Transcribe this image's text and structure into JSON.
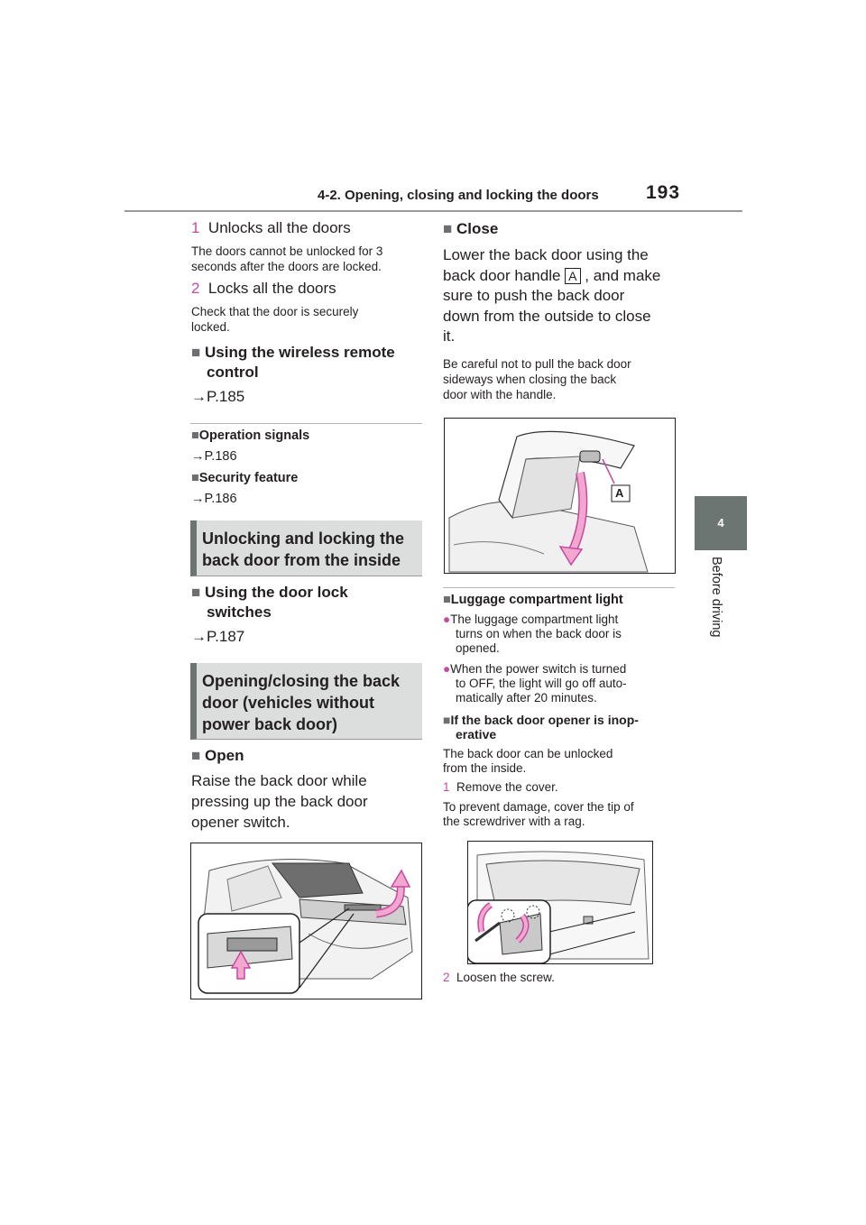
{
  "header": {
    "section": "4-2. Opening, closing and locking the doors",
    "page_number": "193"
  },
  "side_tab": {
    "number": "4",
    "label": "Before driving"
  },
  "left": {
    "step1_num": "1",
    "step1_text": "Unlocks all the doors",
    "step1_note_l1": "The doors cannot be unlocked for 3",
    "step1_note_l2": "seconds after the doors are locked.",
    "step2_num": "2",
    "step2_text": "Locks all the doors",
    "step2_note_l1": "Check that the door is securely",
    "step2_note_l2": "locked.",
    "wireless_heading_l1": "Using the wireless remote",
    "wireless_heading_l2": "control",
    "wireless_ref": "→P.185",
    "op_signals": "Operation signals",
    "op_signals_ref": "→P.186",
    "security": "Security feature",
    "security_ref": "→P.186",
    "box1_l1": "Unlocking and locking the",
    "box1_l2": "back door from the inside",
    "lock_switch_l1": "Using the door lock",
    "lock_switch_l2": "switches",
    "lock_switch_ref": "→P.187",
    "box2_l1": "Opening/closing the back",
    "box2_l2": "door (vehicles without",
    "box2_l3": "power back door)",
    "open_heading": "Open",
    "open_l1": "Raise the back door while",
    "open_l2": "pressing up the back door",
    "open_l3": "opener switch."
  },
  "right": {
    "close_heading": "Close",
    "close_l1": "Lower the back door using the",
    "close_l2a": "back door handle",
    "close_callout": "A",
    "close_l2b": ", and make",
    "close_l3": "sure to push the back door",
    "close_l4": "down from the outside to close",
    "close_l5": "it.",
    "close_note_l1": "Be careful not to pull the back door",
    "close_note_l2": "sideways when closing the back",
    "close_note_l3": "door with the handle.",
    "fig_callout": "A",
    "luggage_heading": "Luggage compartment light",
    "luggage_b1_l1": "The luggage compartment light",
    "luggage_b1_l2": "turns on when the back door is",
    "luggage_b1_l3": "opened.",
    "luggage_b2_l1": "When the power switch is turned",
    "luggage_b2_l2": "to OFF, the light will go off auto-",
    "luggage_b2_l3": "matically after 20 minutes.",
    "inop_l1": "If the back door opener is inop-",
    "inop_l2": "erative",
    "inop_text_l1": "The back door can be unlocked",
    "inop_text_l2": "from the inside.",
    "inop_step1_num": "1",
    "inop_step1_text": "Remove the cover.",
    "inop_note_l1": "To prevent damage, cover the tip of",
    "inop_note_l2": "the screwdriver with a rag.",
    "inop_step2_num": "2",
    "inop_step2_text": "Loosen the screw."
  },
  "colors": {
    "accent_pink": "#c44aa0",
    "tab_gray": "#6d7573",
    "box_fill": "#dcdedd"
  }
}
